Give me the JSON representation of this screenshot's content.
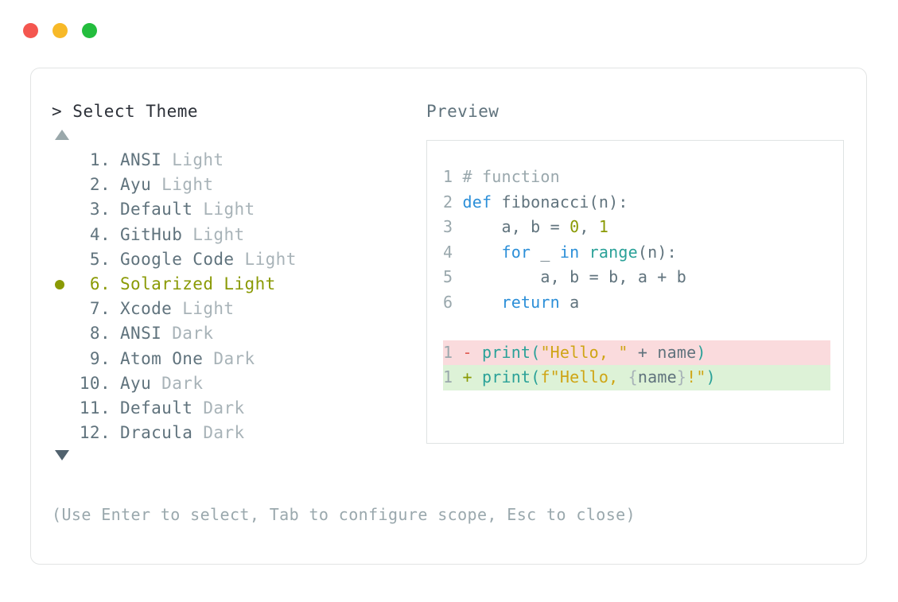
{
  "window": {
    "traffic_lights": [
      {
        "name": "close",
        "color": "#f4564f"
      },
      {
        "name": "minimize",
        "color": "#f7b928"
      },
      {
        "name": "maximize",
        "color": "#23bd3d"
      }
    ]
  },
  "selector": {
    "prompt_symbol": "> ",
    "title": "Select Theme",
    "scroll_up_icon": "triangle-up",
    "scroll_down_icon": "triangle-down",
    "selected_index": 6,
    "items": [
      {
        "num": "1.",
        "name": "ANSI",
        "kind": " Light",
        "selected": false
      },
      {
        "num": "2.",
        "name": "Ayu",
        "kind": " Light",
        "selected": false
      },
      {
        "num": "3.",
        "name": "Default",
        "kind": " Light",
        "selected": false
      },
      {
        "num": "4.",
        "name": "GitHub",
        "kind": " Light",
        "selected": false
      },
      {
        "num": "5.",
        "name": "Google Code",
        "kind": " Light",
        "selected": false
      },
      {
        "num": "6.",
        "name": "Solarized",
        "kind": " Light",
        "selected": true
      },
      {
        "num": "7.",
        "name": "Xcode",
        "kind": " Light",
        "selected": false
      },
      {
        "num": "8.",
        "name": "ANSI",
        "kind": " Dark",
        "selected": false
      },
      {
        "num": "9.",
        "name": "Atom One",
        "kind": " Dark",
        "selected": false
      },
      {
        "num": "10.",
        "name": "Ayu",
        "kind": " Dark",
        "selected": false
      },
      {
        "num": "11.",
        "name": "Default",
        "kind": " Dark",
        "selected": false
      },
      {
        "num": "12.",
        "name": "Dracula",
        "kind": " Dark",
        "selected": false
      }
    ],
    "hint": "(Use Enter to select, Tab to configure scope, Esc to close)"
  },
  "preview": {
    "label": "Preview",
    "code_lines": [
      {
        "n": "1",
        "tokens": [
          {
            "t": "# function",
            "c": "comment"
          }
        ]
      },
      {
        "n": "2",
        "tokens": [
          {
            "t": "def ",
            "c": "keyword"
          },
          {
            "t": "fibonacci(n):",
            "c": "name"
          }
        ]
      },
      {
        "n": "3",
        "tokens": [
          {
            "t": "    a, b = ",
            "c": "name"
          },
          {
            "t": "0",
            "c": "num"
          },
          {
            "t": ", ",
            "c": "name"
          },
          {
            "t": "1",
            "c": "num"
          }
        ]
      },
      {
        "n": "4",
        "tokens": [
          {
            "t": "    ",
            "c": "name"
          },
          {
            "t": "for ",
            "c": "keyword"
          },
          {
            "t": "_ ",
            "c": "name"
          },
          {
            "t": "in ",
            "c": "keyword"
          },
          {
            "t": "range",
            "c": "func"
          },
          {
            "t": "(n):",
            "c": "name"
          }
        ]
      },
      {
        "n": "5",
        "tokens": [
          {
            "t": "        a, b = b, a + b",
            "c": "name"
          }
        ]
      },
      {
        "n": "6",
        "tokens": [
          {
            "t": "    ",
            "c": "name"
          },
          {
            "t": "return ",
            "c": "keyword"
          },
          {
            "t": "a",
            "c": "name"
          }
        ]
      }
    ],
    "diff_lines": [
      {
        "n": "1",
        "marker": "-",
        "kind": "del",
        "tokens": [
          {
            "t": "print",
            "c": "func"
          },
          {
            "t": "(",
            "c": "func"
          },
          {
            "t": "\"Hello, \"",
            "c": "string"
          },
          {
            "t": " + ",
            "c": "name"
          },
          {
            "t": "name",
            "c": "name"
          },
          {
            "t": ")",
            "c": "func"
          }
        ]
      },
      {
        "n": "1",
        "marker": "+",
        "kind": "add",
        "tokens": [
          {
            "t": "print",
            "c": "func"
          },
          {
            "t": "(",
            "c": "func"
          },
          {
            "t": "f\"Hello, ",
            "c": "string"
          },
          {
            "t": "{",
            "c": "brace"
          },
          {
            "t": "name",
            "c": "name"
          },
          {
            "t": "}",
            "c": "brace"
          },
          {
            "t": "!\"",
            "c": "string"
          },
          {
            "t": ")",
            "c": "func"
          }
        ]
      }
    ]
  },
  "colors": {
    "accent_selected": "#8a9a05",
    "keyword": "#2c8fd8",
    "function": "#2aa198",
    "string": "#cfa515",
    "number": "#8a9a05",
    "muted": "#9aa8ad",
    "text": "#60737d",
    "diff_del_bg": "#fadbdd",
    "diff_add_bg": "#ddf2d7"
  }
}
